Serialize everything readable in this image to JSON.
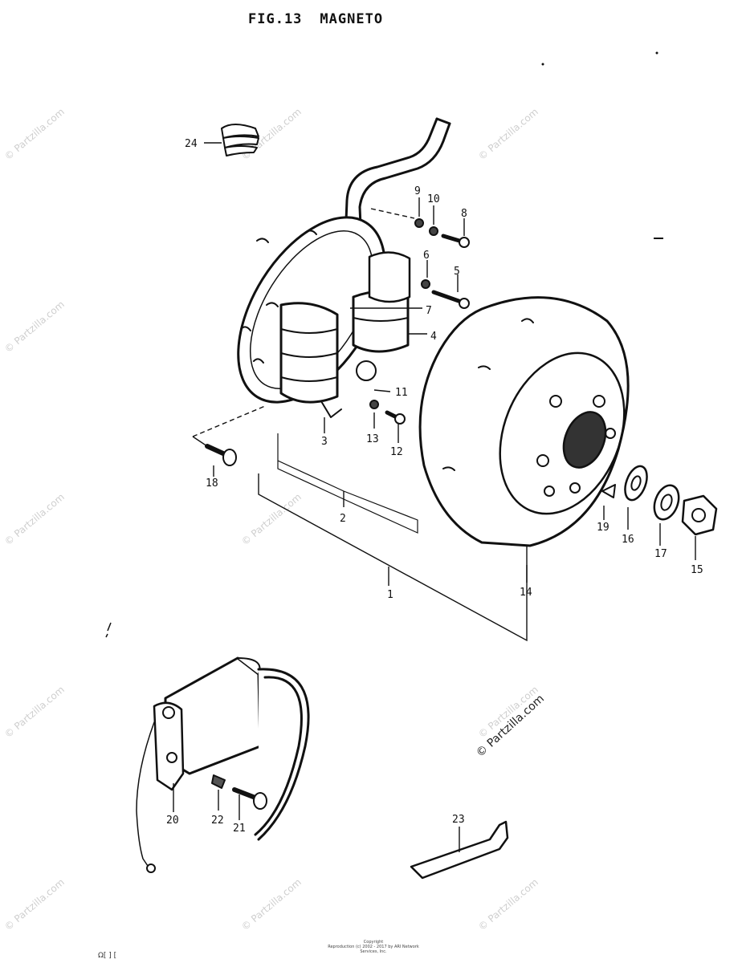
{
  "figure": {
    "number": "FIG.13",
    "name": "MAGNETO"
  },
  "watermark": "© Partzilla.com",
  "footer": {
    "line1": "Copyright",
    "line2": "Reproduction (c) 2002 - 2017 by ARI Network Services, Inc."
  },
  "corner_text": "Ω[ ] [",
  "callouts": [
    "1",
    "2",
    "3",
    "4",
    "5",
    "6",
    "7",
    "8",
    "9",
    "10",
    "11",
    "12",
    "13",
    "14",
    "15",
    "16",
    "17",
    "18",
    "19",
    "20",
    "21",
    "22",
    "23",
    "24"
  ]
}
